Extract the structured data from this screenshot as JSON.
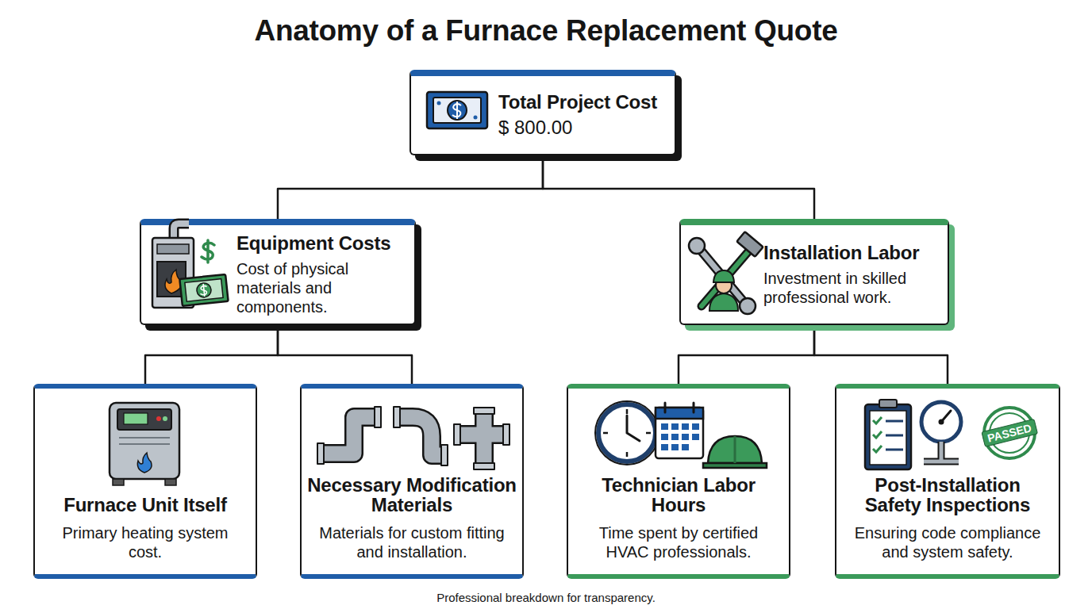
{
  "diagram": {
    "title": "Anatomy of a Furnace Replacement Quote",
    "caption": "Professional breakdown for transparency.",
    "nodes": [
      {
        "text": [
          "Total Project Cost",
          "$ 800.00"
        ]
      },
      {
        "text": [
          "Equipment Costs",
          "Cost of physical materials and components."
        ]
      },
      {
        "text": [
          "Installation Labor",
          "Investment in skilled professional work."
        ]
      },
      {
        "text": [
          "Furnace Unit Itself",
          "Primary heating system cost."
        ]
      },
      {
        "text": [
          "Necessary Modification Materials",
          "Materials for custom fitting and installation."
        ]
      },
      {
        "text": [
          "Technician Labor Hours",
          "Time spent by certified HVAC professionals."
        ]
      },
      {
        "text": [
          "Post-Installation Safety Inspections",
          "Ensuring code compliance and system safety."
        ]
      }
    ],
    "edges": [
      {
        "from": 0,
        "to": 1,
        "arrow": "none"
      },
      {
        "from": 0,
        "to": 2,
        "arrow": "none"
      },
      {
        "from": 1,
        "to": 3,
        "arrow": "none"
      },
      {
        "from": 1,
        "to": 4,
        "arrow": "none"
      },
      {
        "from": 2,
        "to": 5,
        "arrow": "none"
      },
      {
        "from": 2,
        "to": 6,
        "arrow": "none"
      }
    ],
    "labels": [
      "PASSED"
    ]
  }
}
